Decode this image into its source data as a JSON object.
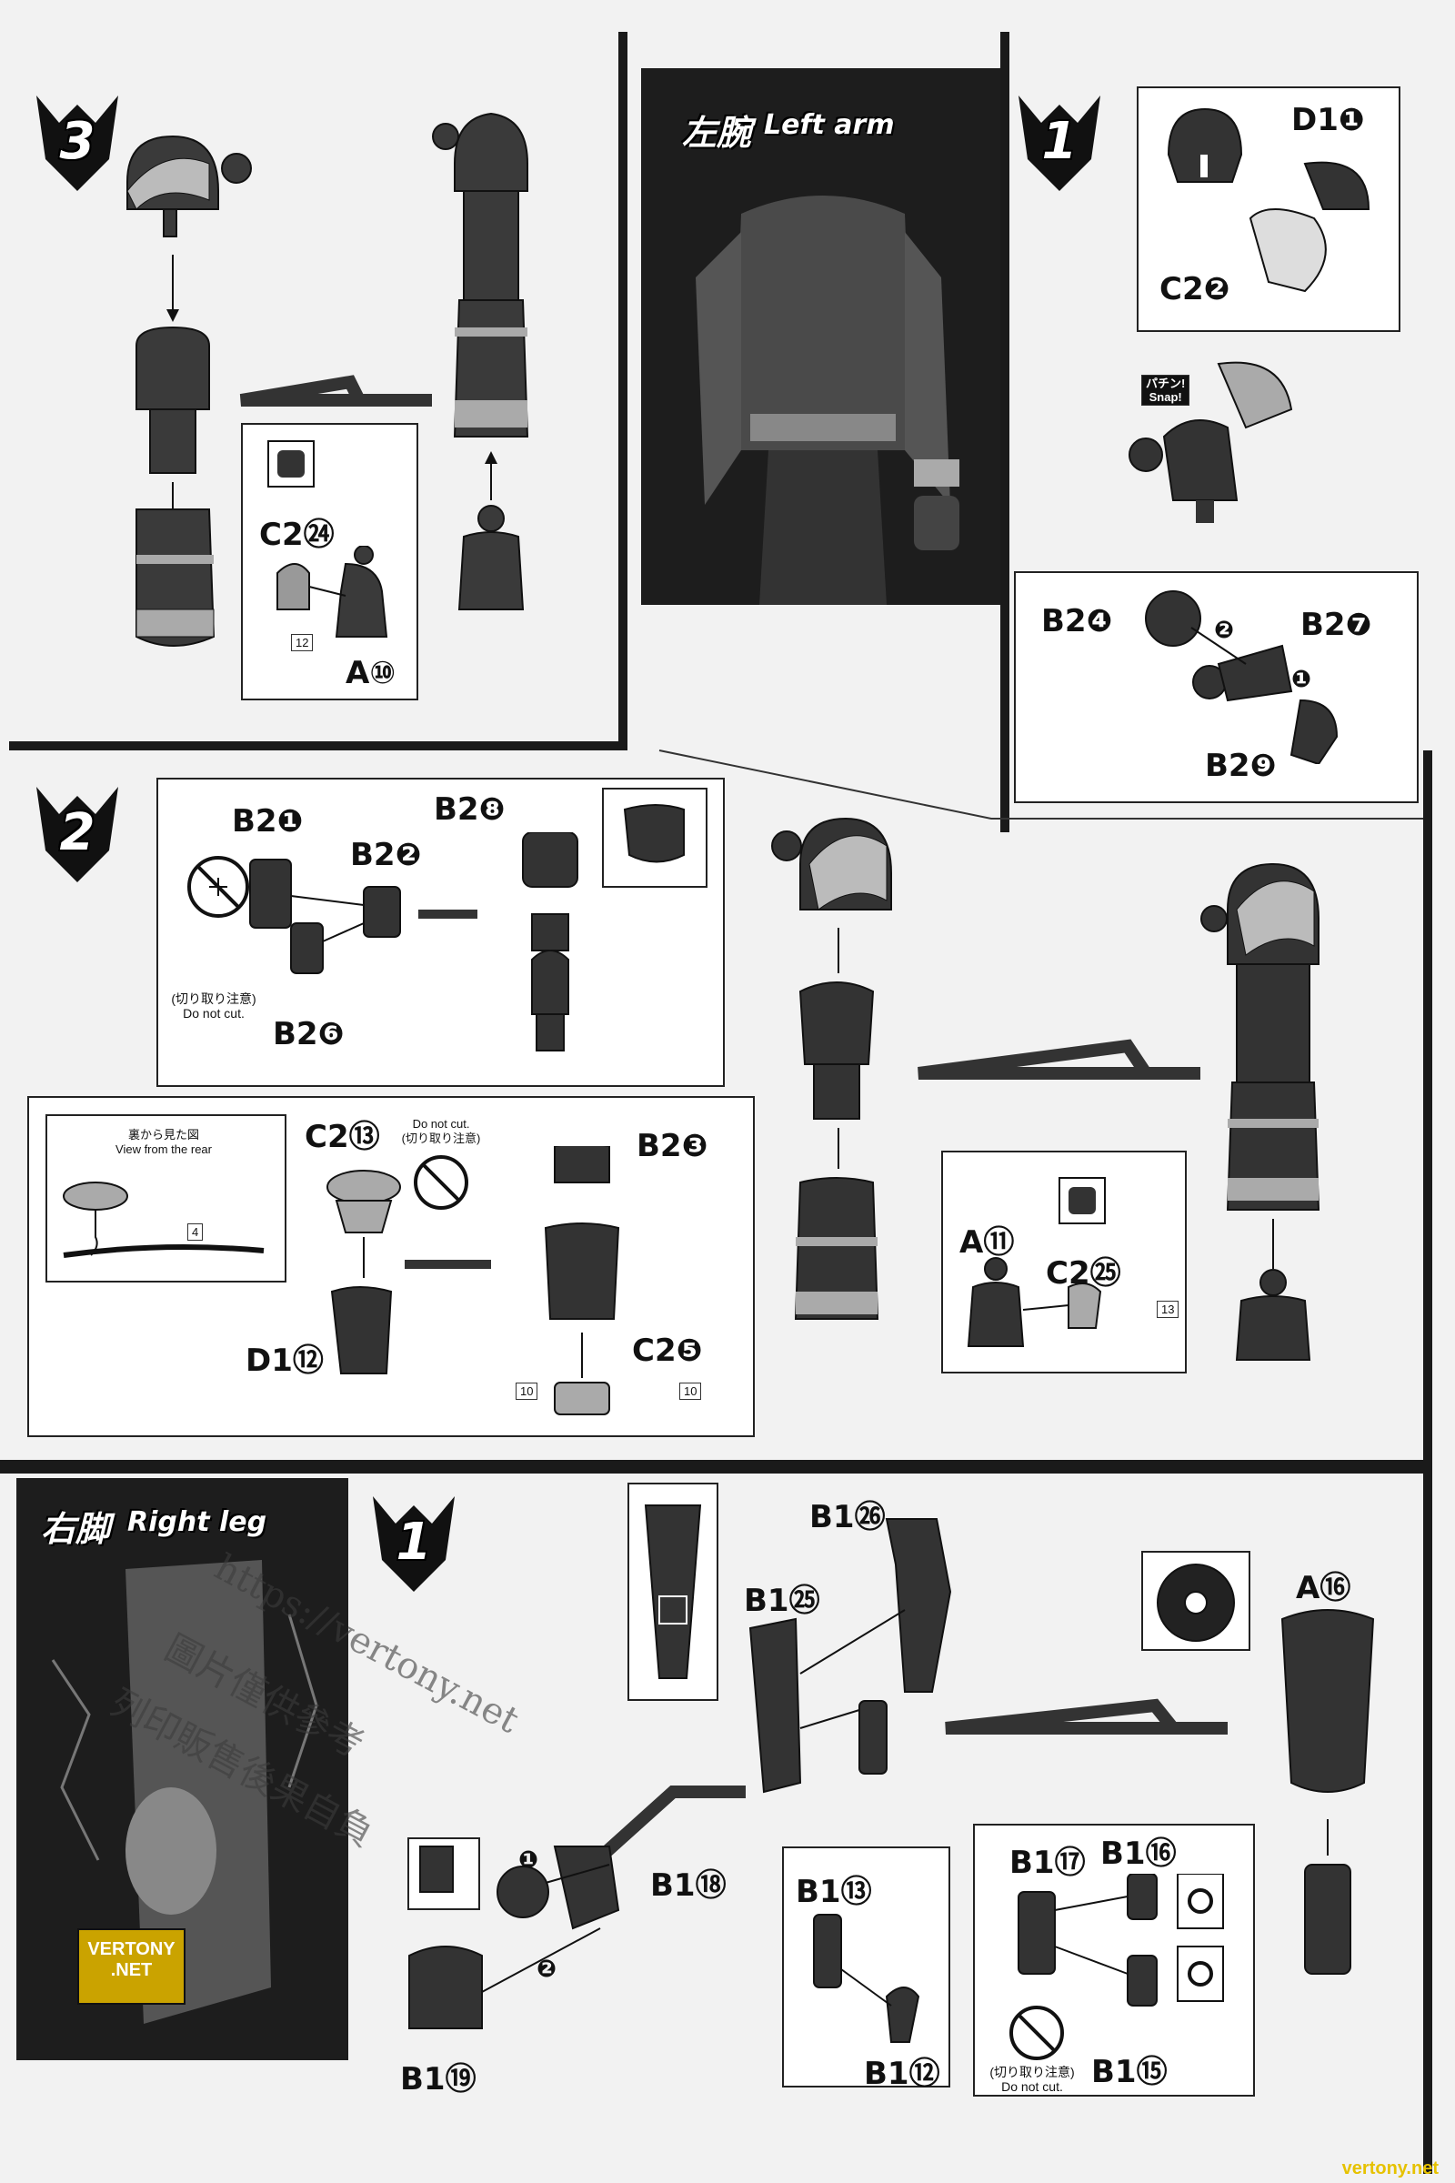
{
  "sections": {
    "left_arm": {
      "title_jp": "左腕",
      "title_en": "Left arm"
    },
    "right_leg": {
      "title_jp": "右脚",
      "title_en": "Right leg"
    }
  },
  "steps": {
    "s3": "3",
    "s1_arm": "1",
    "s2": "2",
    "s1_leg": "1"
  },
  "parts": {
    "s3_c2_24": "C2㉔",
    "s3_a10": "A⑩",
    "s3_tag12": "12",
    "arm_d1_1": "D1❶",
    "arm_c2_2": "C2❷",
    "snap_jp": "パチン!",
    "snap_en": "Snap!",
    "arm_b2_4": "B2❹",
    "arm_b2_7": "B2❼",
    "arm_b2_9": "B2❾",
    "arm_order1": "❶",
    "arm_order2": "❷",
    "s2_b2_1": "B2❶",
    "s2_b2_2": "B2❷",
    "s2_b2_6": "B2❻",
    "s2_b2_8": "B2❽",
    "s2_c2_13": "C2⑬",
    "s2_b2_3": "B2❸",
    "s2_d1_12": "D1⑫",
    "s2_c2_5": "C2❺",
    "s2_a11": "A⑪",
    "s2_c2_25": "C2㉕",
    "tag4": "4",
    "tag10a": "10",
    "tag10b": "10",
    "tag13": "13",
    "leg_b1_26": "B1㉖",
    "leg_b1_25": "B1㉕",
    "leg_a16": "A⑯",
    "leg_b1_18": "B1⑱",
    "leg_b1_19": "B1⑲",
    "leg_b1_13": "B1⑬",
    "leg_b1_12": "B1⑫",
    "leg_b1_17": "B1⑰",
    "leg_b1_16": "B1⑯",
    "leg_b1_15": "B1⑮",
    "leg_order1": "❶",
    "leg_order2": "❷"
  },
  "notes": {
    "donotcut_jp": "(切り取り注意)",
    "donotcut_en": "Do not cut.",
    "rear_jp": "裏から見た図",
    "rear_en": "View from the rear",
    "donotcut2_en": "Do not cut.",
    "donotcut2_jp": "(切り取り注意)",
    "donotcut3_jp": "(切り取り注意)",
    "donotcut3_en": "Do not cut."
  },
  "watermark": {
    "url": "https://vertony.net",
    "line1": "圖片僅供參考",
    "line2": "列印販售後果自負",
    "logo_top": "VERTONY",
    "logo_bottom": ".NET"
  },
  "footer": "vertony.net",
  "colors": {
    "part": "#3a3a3a",
    "band": "#8a8a8a",
    "dark_bg": "#1d1d1d"
  }
}
